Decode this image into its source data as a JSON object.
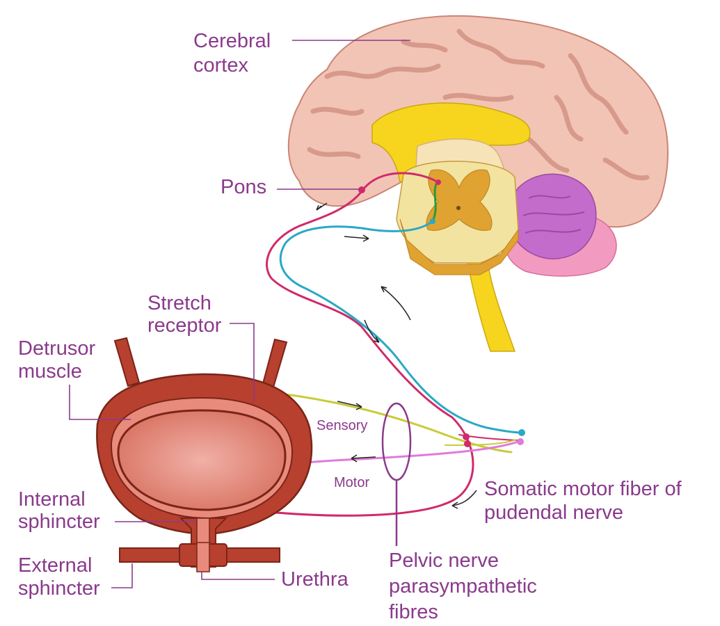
{
  "labels": {
    "cerebral_cortex": [
      "Cerebral",
      "cortex"
    ],
    "pons": "Pons",
    "stretch_receptor": [
      "Stretch",
      "receptor"
    ],
    "detrusor_muscle": [
      "Detrusor",
      "muscle"
    ],
    "sensory": "Sensory",
    "motor": "Motor",
    "internal_sphincter": [
      "Internal",
      "sphincter"
    ],
    "external_sphincter": [
      "External",
      "sphincter"
    ],
    "urethra": "Urethra",
    "somatic_motor_fiber": [
      "Somatic motor fiber of",
      "pudendal nerve"
    ],
    "pelvic_nerve": [
      "Pelvic nerve",
      "parasympathetic",
      "fibres"
    ]
  },
  "colors": {
    "label_text": "#8a3a8c",
    "brain_cortex": "#f2c4b5",
    "brain_fold": "#d79a8a",
    "corpus_callosum": "#f7d51f",
    "cerebellum": "#c46ccc",
    "brainstem_pink": "#f39ac0",
    "spinal_cross_section": "#f3e3a0",
    "spinal_gray_matter": "#e0a230",
    "bladder_wall": "#b7402f",
    "bladder_lumen": "#e88a7c",
    "motor_nerve": "#d02a6a",
    "sensory_nerve_blue": "#2aa8c6",
    "sensory_fiber": "#c8cc3a",
    "motor_fiber": "#e07ad8"
  }
}
